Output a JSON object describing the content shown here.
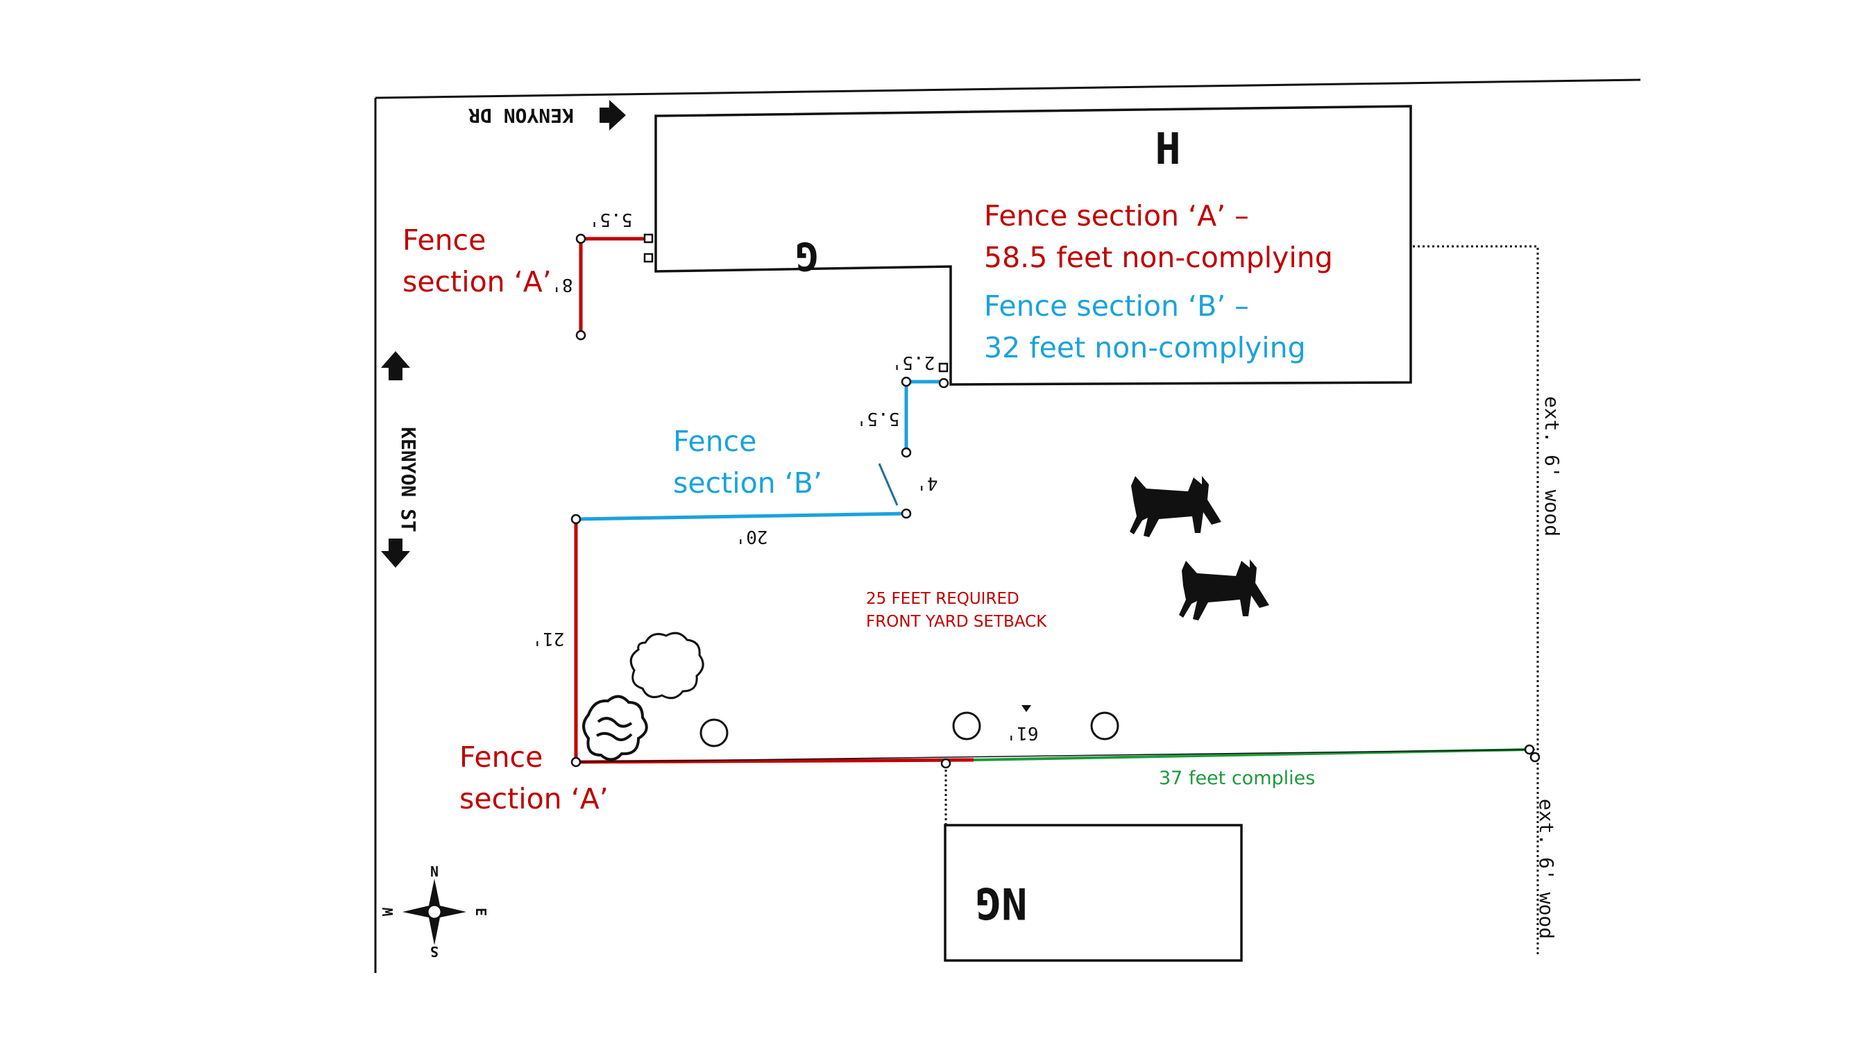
{
  "streets": {
    "kenyon_dr": "KENYON DR",
    "kenyon_st": "KENYON ST"
  },
  "buildings": {
    "house": "H",
    "garage": "G",
    "neighbor_garage": "NG"
  },
  "dimensions": {
    "d_5_5_top": "5.5'",
    "d_8": "8'",
    "d_2_5": "2.5'",
    "d_5_5_mid": "5.5'",
    "d_4": "4'",
    "d_20": "20'",
    "d_21": "21'",
    "d_61": "61'"
  },
  "side_labels": {
    "ext_wood_1": "ext. 6' wood",
    "ext_wood_2": "ext. 6' wood"
  },
  "annotations": {
    "fence_a_top_line1": "Fence",
    "fence_a_top_line2": "section ‘A’",
    "fence_b_line1": "Fence",
    "fence_b_line2": "section ‘B’",
    "fence_a_bottom_line1": "Fence",
    "fence_a_bottom_line2": "section ‘A’",
    "legend_a_line1": "Fence section ‘A’ –",
    "legend_a_line2": "58.5 feet non-complying",
    "legend_b_line1": "Fence section ‘B’ –",
    "legend_b_line2": "32 feet non-complying",
    "setback_line1": "25 FEET REQUIRED",
    "setback_line2": "FRONT YARD SETBACK",
    "complies": "37 feet complies"
  },
  "compass": {
    "n": "N",
    "s": "S",
    "e": "E",
    "w": "W"
  },
  "colors": {
    "section_a": "#c00000",
    "section_b": "#1aa2dd",
    "complies": "#1e9a3c",
    "ink": "#111111"
  }
}
